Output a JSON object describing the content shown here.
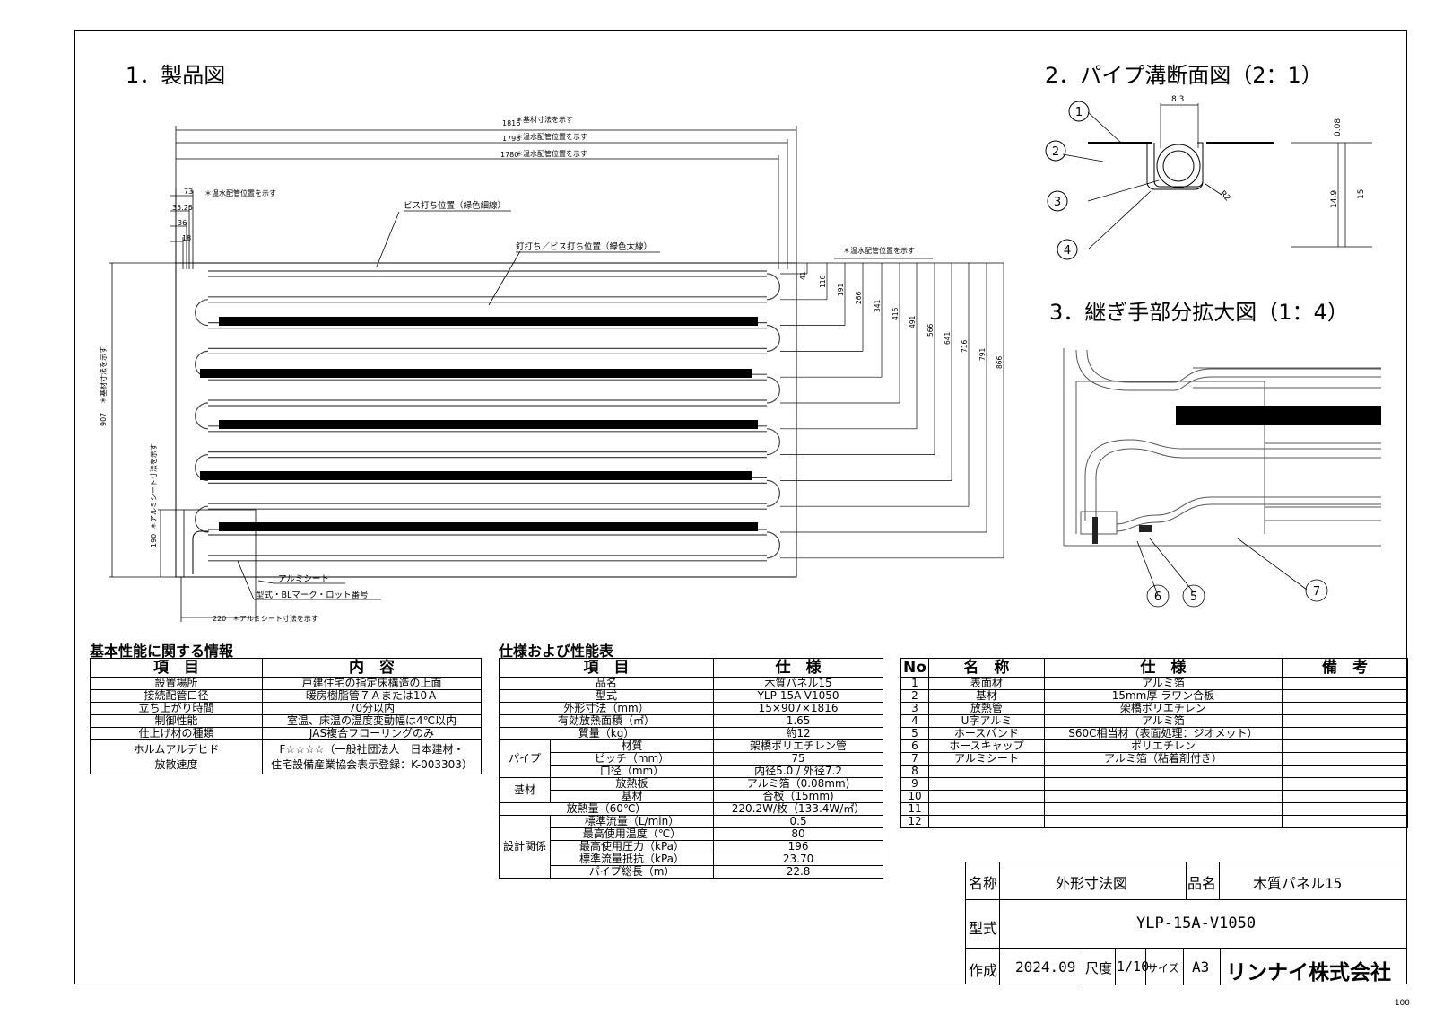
{
  "sections": {
    "s1": "1．製品図",
    "s2": "2．パイプ溝断面図（2：1）",
    "s3": "3．継ぎ手部分拡大図（1：4）"
  },
  "drawing": {
    "dims_top": [
      {
        "v": "1816",
        "note": "＊基材寸法を示す"
      },
      {
        "v": "1798",
        "note": "＊温水配管位置を示す"
      },
      {
        "v": "1780",
        "note": "＊温水配管位置を示す"
      }
    ],
    "dims_left": [
      "73",
      "35.25",
      "36",
      "18"
    ],
    "left_note": "＊温水配管位置を示す",
    "right_note": "＊温水配管位置を示す",
    "dims_right": [
      "41",
      "116",
      "191",
      "266",
      "341",
      "416",
      "491",
      "566",
      "641",
      "716",
      "791",
      "866"
    ],
    "label_screw": "ビス打ち位置（緑色細線）",
    "label_nail": "釘打ち／ビス打ち位置（緑色太線）",
    "label_alu": "アルミシート",
    "label_type": "型式・BLマーク・ロット番号",
    "dim_907": "907",
    "note_907": "＊基材寸法を示す",
    "dim_190": "190",
    "note_190": "＊アルミシート寸法を示す",
    "dim_220": "220",
    "note_220": "＊アルミシート寸法を示す"
  },
  "section2": {
    "d_8_3": "8.3",
    "d_0_08": "0.08",
    "d_14_9": "14.9",
    "d_15": "15",
    "r2": "R2",
    "callouts": [
      "1",
      "2",
      "3",
      "4"
    ]
  },
  "section3": {
    "callouts": [
      "6",
      "5",
      "7"
    ]
  },
  "basic_info": {
    "title": "基本性能に関する情報",
    "headers": [
      "項　目",
      "内　容"
    ],
    "rows": [
      [
        "設置場所",
        "戸建住宅の指定床構造の上面"
      ],
      [
        "接続配管口径",
        "暖房樹脂管７Ａまたは10Ａ"
      ],
      [
        "立ち上がり時間",
        "70分以内"
      ],
      [
        "制御性能",
        "室温、床温の温度変動幅は4℃以内"
      ],
      [
        "仕上げ材の種類",
        "JAS複合フローリングのみ"
      ]
    ],
    "last": {
      "k1": "ホルムアルデヒド",
      "k2": "放散速度",
      "v1": "F☆☆☆☆（一般社団法人　日本建材・",
      "v2": "住宅設備産業協会表示登録：K-003303）"
    }
  },
  "spec": {
    "title": "仕様および性能表",
    "headers": [
      "項　目",
      "仕　様"
    ],
    "rows": [
      [
        "品名",
        "木質パネル15"
      ],
      [
        "型式",
        "YLP-15A-V1050"
      ],
      [
        "外形寸法（mm）",
        "15×907×1816"
      ],
      [
        "有効放熱面積（㎡）",
        "1.65"
      ],
      [
        "質量（kg）",
        "約12"
      ]
    ],
    "pipe": {
      "group": "パイプ",
      "rows": [
        [
          "材質",
          "架橋ポリエチレン管"
        ],
        [
          "ピッチ（mm）",
          "75"
        ],
        [
          "口径（mm）",
          "内径5.0 / 外径7.2"
        ]
      ]
    },
    "base": {
      "group": "基材",
      "rows": [
        [
          "放熱板",
          "アルミ箔（0.08mm)"
        ],
        [
          "基材",
          "合板（15mm)"
        ]
      ]
    },
    "heat": [
      "放熱量（60℃）",
      "220.2W/枚（133.4W/㎡）"
    ],
    "design": {
      "group": "設計関係",
      "rows": [
        [
          "標準流量（L/min）",
          "0.5"
        ],
        [
          "最高使用温度（℃）",
          "80"
        ],
        [
          "最高使用圧力（kPa）",
          "196"
        ],
        [
          "標準流量抵抗（kPa）",
          "23.70"
        ],
        [
          "パイプ総長（m）",
          "22.8"
        ]
      ]
    }
  },
  "parts": {
    "headers": [
      "No",
      "名　称",
      "仕　様",
      "備　考"
    ],
    "rows": [
      [
        "1",
        "表面材",
        "アルミ箔",
        ""
      ],
      [
        "2",
        "基材",
        "15mm厚 ラワン合板",
        ""
      ],
      [
        "3",
        "放熱管",
        "架橋ポリエチレン",
        ""
      ],
      [
        "4",
        "U字アルミ",
        "アルミ箔",
        ""
      ],
      [
        "5",
        "ホースバンド",
        "S60C相当材（表面処理：ジオメット）",
        ""
      ],
      [
        "6",
        "ホースキャップ",
        "ポリエチレン",
        ""
      ],
      [
        "7",
        "アルミシート",
        "アルミ箔（粘着剤付き）",
        ""
      ],
      [
        "8",
        "",
        "",
        ""
      ],
      [
        "9",
        "",
        "",
        ""
      ],
      [
        "10",
        "",
        "",
        ""
      ],
      [
        "11",
        "",
        "",
        ""
      ],
      [
        "12",
        "",
        "",
        ""
      ]
    ]
  },
  "title_block": {
    "name_label": "名称",
    "name": "外形寸法図",
    "prod_label": "品名",
    "prod": "木質パネル15",
    "type_label": "型式",
    "type": "YLP-15A-V1050",
    "made_label": "作成",
    "date": "2024.09",
    "scale_label": "尺度",
    "scale": "1/10",
    "size_label": "サイズ",
    "size": "A3",
    "company": "リンナイ株式会社"
  },
  "corner_mark": "100"
}
